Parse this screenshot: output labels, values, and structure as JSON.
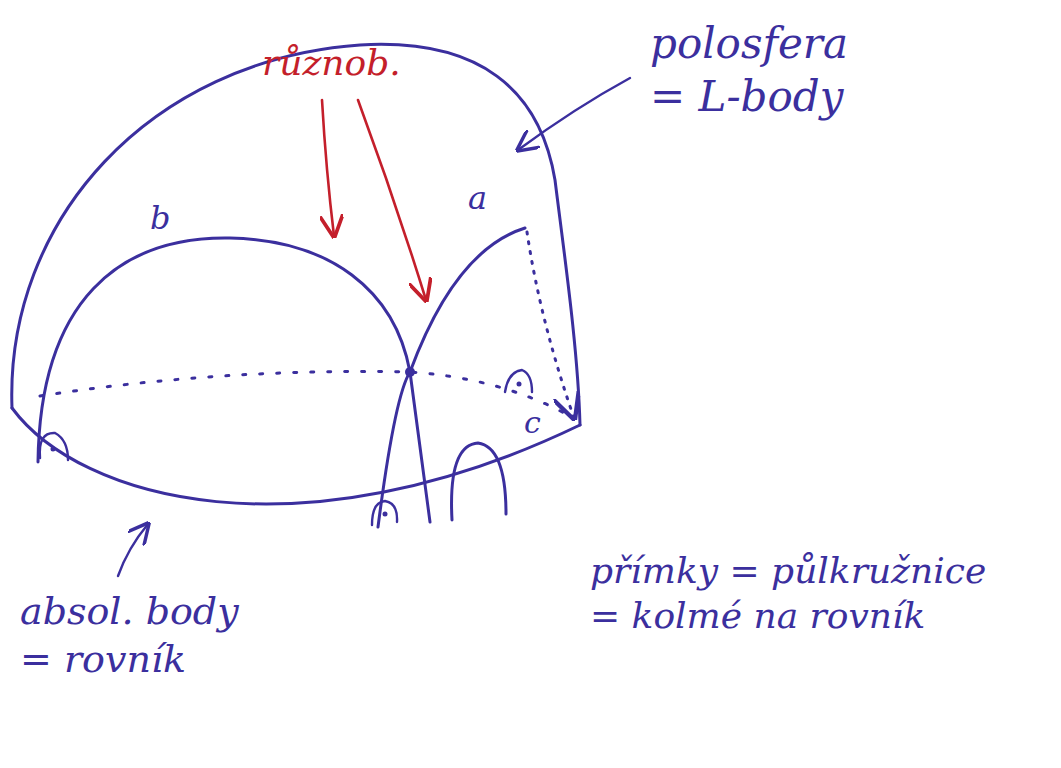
{
  "diagram": {
    "labels": [
      "polosfera = L-body",
      "různob.",
      "b",
      "a",
      "c",
      "přímky = půlkružnice = kolmé na rovník",
      "absol. body = rovník"
    ]
  }
}
